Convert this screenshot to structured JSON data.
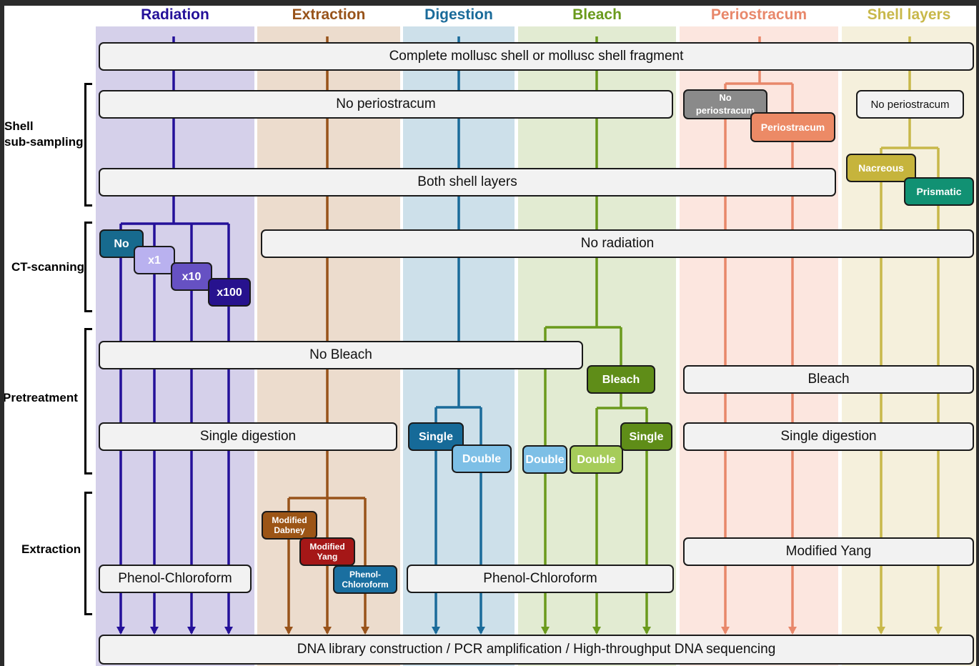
{
  "columns": [
    {
      "key": "radiation",
      "title": "Radiation",
      "color": "#241099",
      "bg": "#d5d0ea"
    },
    {
      "key": "extraction",
      "title": "Extraction",
      "color": "#98531a",
      "bg": "#ecdccd"
    },
    {
      "key": "digestion",
      "title": "Digestion",
      "color": "#1a6b9a",
      "bg": "#cde0ea"
    },
    {
      "key": "bleach",
      "title": "Bleach",
      "color": "#6a9a1c",
      "bg": "#e2ebd2"
    },
    {
      "key": "periostracum",
      "title": "Periostracum",
      "color": "#e8876a",
      "bg": "#fce6df"
    },
    {
      "key": "shell_layers",
      "title": "Shell layers",
      "color": "#c8b84a",
      "bg": "#f5f0dc"
    }
  ],
  "stages": [
    {
      "key": "shell_sub_sampling",
      "label_lines": [
        "Shell",
        "sub-sampling"
      ]
    },
    {
      "key": "ct_scanning",
      "label_lines": [
        "CT-scanning"
      ]
    },
    {
      "key": "pretreatment",
      "label_lines": [
        "Pretreatment"
      ]
    },
    {
      "key": "extraction",
      "label_lines": [
        "Extraction"
      ]
    }
  ],
  "boxes": {
    "start": "Complete mollusc shell or mollusc shell fragment",
    "no_periostracum_main": "No periostracum",
    "both_shell_layers": "Both shell layers",
    "no_radiation": "No radiation",
    "no_bleach": "No Bleach",
    "single_digestion_left": "Single digestion",
    "phenol_chloroform_left": "Phenol-Chloroform",
    "phenol_chloroform_mid": "Phenol-Chloroform",
    "bleach_right": "Bleach",
    "single_digestion_right": "Single digestion",
    "modified_yang_right": "Modified Yang",
    "no_periostracum_shell": "No periostracum",
    "end": "DNA library construction / PCR amplification / High-throughput DNA sequencing"
  },
  "chips": {
    "ct_no": {
      "label": "No",
      "color": "#176a8e"
    },
    "ct_x1": {
      "label": "x1",
      "color": "#b9b1ef"
    },
    "ct_x10": {
      "label": "x10",
      "color": "#6651c3"
    },
    "ct_x100": {
      "label": "x100",
      "color": "#27128e"
    },
    "ext_modified_dabney": {
      "label": "Modified Dabney",
      "color": "#9c5516"
    },
    "ext_modified_yang": {
      "label": "Modified Yang",
      "color": "#a51717"
    },
    "ext_phenol_chloroform": {
      "label": "Phenol-Chloroform",
      "color": "#1a6fa0"
    },
    "dig_single": {
      "label": "Single",
      "color": "#166a98"
    },
    "dig_double": {
      "label": "Double",
      "color": "#7dbfe6"
    },
    "bl_double_blue": {
      "label": "Double",
      "color": "#7dbfe6"
    },
    "bl_bleach": {
      "label": "Bleach",
      "color": "#5f8d18"
    },
    "bl_double_green": {
      "label": "Double",
      "color": "#a6cc5a"
    },
    "bl_single": {
      "label": "Single",
      "color": "#5f8d18"
    },
    "peri_no": {
      "label": "No periostracum",
      "color": "#8a8a8a"
    },
    "peri_yes": {
      "label": "Periostracum",
      "color": "#ec8a66"
    },
    "layer_nacreous": {
      "label": "Nacreous",
      "color": "#c6b43c"
    },
    "layer_prismatic": {
      "label": "Prismatic",
      "color": "#119173"
    }
  }
}
